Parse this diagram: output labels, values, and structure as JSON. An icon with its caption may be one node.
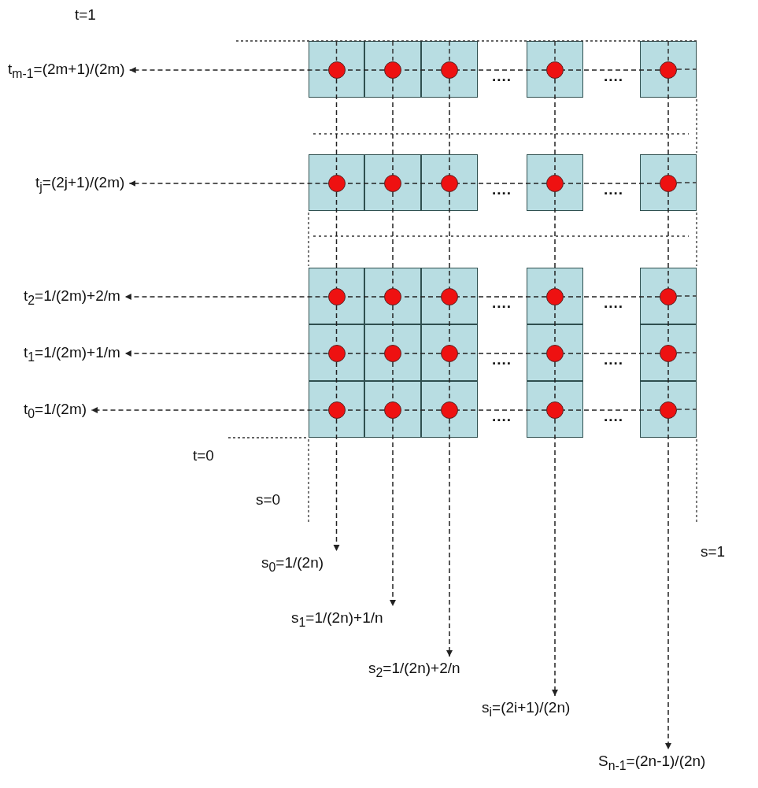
{
  "diagram": {
    "nodes": [
      {
        "text": [
          "t$_{m-1}$=(2m+1)/(2m)"
        ]
      },
      {
        "text": [
          "t$_{j}$=(2j+1)/(2m)"
        ]
      },
      {
        "text": [
          "t$_{2}$=1/(2m)+2/m"
        ]
      },
      {
        "text": [
          "t$_{1}$=1/(2m)+1/m"
        ]
      },
      {
        "text": [
          "t$_{0}$=1/(2m)"
        ]
      },
      {
        "text": [],
        "shape": "box"
      },
      {
        "text": [],
        "shape": "circle",
        "in": 5
      },
      {
        "text": [],
        "shape": "box"
      },
      {
        "text": [],
        "shape": "circle",
        "in": 7
      },
      {
        "text": [],
        "shape": "box"
      },
      {
        "text": [],
        "shape": "circle",
        "in": 9
      },
      {
        "text": [],
        "shape": "box"
      },
      {
        "text": [],
        "shape": "circle",
        "in": 11
      },
      {
        "text": [],
        "shape": "box"
      },
      {
        "text": [],
        "shape": "circle",
        "in": 13
      },
      {
        "text": [],
        "shape": "box"
      },
      {
        "text": [],
        "shape": "circle",
        "in": 15
      },
      {
        "text": [],
        "shape": "box"
      },
      {
        "text": [],
        "shape": "circle",
        "in": 17
      },
      {
        "text": [],
        "shape": "box"
      },
      {
        "text": [],
        "shape": "circle",
        "in": 19
      },
      {
        "text": [],
        "shape": "box"
      },
      {
        "text": [],
        "shape": "circle",
        "in": 21
      },
      {
        "text": [],
        "shape": "box"
      },
      {
        "text": [],
        "shape": "circle",
        "in": 23
      },
      {
        "text": [],
        "shape": "box"
      },
      {
        "text": [],
        "shape": "circle",
        "in": 25
      },
      {
        "text": [],
        "shape": "box"
      },
      {
        "text": [],
        "shape": "circle",
        "in": 27
      },
      {
        "text": [],
        "shape": "box"
      },
      {
        "text": [],
        "shape": "circle",
        "in": 29
      },
      {
        "text": [],
        "shape": "box"
      },
      {
        "text": [],
        "shape": "circle",
        "in": 31
      },
      {
        "text": [],
        "shape": "box"
      },
      {
        "text": [],
        "shape": "circle",
        "in": 33
      },
      {
        "text": [],
        "shape": "box"
      },
      {
        "text": [],
        "shape": "circle",
        "in": 35
      },
      {
        "text": [],
        "shape": "box"
      },
      {
        "text": [],
        "shape": "circle",
        "in": 37
      },
      {
        "text": [],
        "shape": "box"
      },
      {
        "text": [],
        "shape": "circle",
        "in": 39
      },
      {
        "text": [],
        "shape": "box"
      },
      {
        "text": [],
        "shape": "circle",
        "in": 41
      },
      {
        "text": [],
        "shape": "box"
      },
      {
        "text": [],
        "shape": "circle",
        "in": 43
      },
      {
        "text": [],
        "shape": "box"
      },
      {
        "text": [],
        "shape": "circle",
        "in": 45
      },
      {
        "text": [],
        "shape": "box"
      },
      {
        "text": [],
        "shape": "circle",
        "in": 47
      },
      {
        "text": [],
        "shape": "box"
      },
      {
        "text": [],
        "shape": "circle",
        "in": 49
      },
      {
        "text": [],
        "shape": "box"
      },
      {
        "text": [],
        "shape": "circle",
        "in": 51
      },
      {
        "text": [],
        "shape": "box"
      },
      {
        "text": [],
        "shape": "circle",
        "in": 53
      },
      {
        "text": [
          "s$_{0}$=1/(2n)"
        ]
      },
      {
        "text": [
          "s$_{1}$=1/(2n)+1/n"
        ]
      },
      {
        "text": [
          "s$_{2}$=1/(2n)+2/n"
        ]
      },
      {
        "text": [
          "s$_{i}$=(2i+1)/(2n)"
        ]
      },
      {
        "text": [
          "S$_{n-1}$=(2n-1)/(2n)"
        ]
      }
    ],
    "edges": [
      {
        "from": 14,
        "to": 12,
        "arrow": "none",
        "style": "dashed"
      },
      {
        "from": 12,
        "to": 10,
        "arrow": "none",
        "style": "dashed"
      },
      {
        "from": 10,
        "to": 8,
        "arrow": "none",
        "style": "dashed"
      },
      {
        "from": 8,
        "to": 6,
        "arrow": "none",
        "style": "dashed"
      },
      {
        "from": 6,
        "to": 0,
        "arrow": "to",
        "style": "dashed"
      },
      {
        "from": 24,
        "to": 22,
        "arrow": "none",
        "style": "dashed"
      },
      {
        "from": 22,
        "to": 20,
        "arrow": "none",
        "style": "dashed"
      },
      {
        "from": 20,
        "to": 18,
        "arrow": "none",
        "style": "dashed"
      },
      {
        "from": 18,
        "to": 16,
        "arrow": "none",
        "style": "dashed"
      },
      {
        "from": 16,
        "to": 1,
        "arrow": "to",
        "style": "dashed"
      },
      {
        "from": 34,
        "to": 32,
        "arrow": "none",
        "style": "dashed"
      },
      {
        "from": 32,
        "to": 30,
        "arrow": "none",
        "style": "dashed"
      },
      {
        "from": 30,
        "to": 28,
        "arrow": "none",
        "style": "dashed"
      },
      {
        "from": 28,
        "to": 26,
        "arrow": "none",
        "style": "dashed"
      },
      {
        "from": 26,
        "to": 2,
        "arrow": "to",
        "style": "dashed"
      },
      {
        "from": 44,
        "to": 42,
        "arrow": "none",
        "style": "dashed"
      },
      {
        "from": 42,
        "to": 40,
        "arrow": "none",
        "style": "dashed"
      },
      {
        "from": 40,
        "to": 38,
        "arrow": "none",
        "style": "dashed"
      },
      {
        "from": 38,
        "to": 36,
        "arrow": "none",
        "style": "dashed"
      },
      {
        "from": 36,
        "to": 3,
        "arrow": "to",
        "style": "dashed"
      },
      {
        "from": 54,
        "to": 52,
        "arrow": "none",
        "style": "dashed"
      },
      {
        "from": 52,
        "to": 50,
        "arrow": "none",
        "style": "dashed"
      },
      {
        "from": 50,
        "to": 48,
        "arrow": "none",
        "style": "dashed"
      },
      {
        "from": 48,
        "to": 46,
        "arrow": "none",
        "style": "dashed"
      },
      {
        "from": 46,
        "to": 4,
        "arrow": "to",
        "style": "dashed"
      },
      {
        "from": 6,
        "to": 16,
        "arrow": "none",
        "style": "dashed"
      },
      {
        "from": 16,
        "to": 26,
        "arrow": "none",
        "style": "dashed"
      },
      {
        "from": 26,
        "to": 36,
        "arrow": "none",
        "style": "dashed"
      },
      {
        "from": 36,
        "to": 46,
        "arrow": "none",
        "style": "dashed"
      },
      {
        "from": 46,
        "to": 55,
        "arrow": "to",
        "style": "dashed"
      },
      {
        "from": 8,
        "to": 18,
        "arrow": "none",
        "style": "dashed"
      },
      {
        "from": 18,
        "to": 28,
        "arrow": "none",
        "style": "dashed"
      },
      {
        "from": 28,
        "to": 38,
        "arrow": "none",
        "style": "dashed"
      },
      {
        "from": 38,
        "to": 48,
        "arrow": "none",
        "style": "dashed"
      },
      {
        "from": 48,
        "to": 56,
        "arrow": "to",
        "style": "dashed"
      },
      {
        "from": 10,
        "to": 20,
        "arrow": "none",
        "style": "dashed"
      },
      {
        "from": 20,
        "to": 30,
        "arrow": "none",
        "style": "dashed"
      },
      {
        "from": 30,
        "to": 40,
        "arrow": "none",
        "style": "dashed"
      },
      {
        "from": 40,
        "to": 50,
        "arrow": "none",
        "style": "dashed"
      },
      {
        "from": 50,
        "to": 57,
        "arrow": "to",
        "style": "dashed"
      },
      {
        "from": 12,
        "to": 22,
        "arrow": "none",
        "style": "dashed"
      },
      {
        "from": 22,
        "to": 32,
        "arrow": "none",
        "style": "dashed"
      },
      {
        "from": 32,
        "to": 42,
        "arrow": "none",
        "style": "dashed"
      },
      {
        "from": 42,
        "to": 52,
        "arrow": "none",
        "style": "dashed"
      },
      {
        "from": 52,
        "to": 58,
        "arrow": "to",
        "style": "dashed"
      },
      {
        "from": 14,
        "to": 24,
        "arrow": "none",
        "style": "dashed"
      },
      {
        "from": 24,
        "to": 34,
        "arrow": "none",
        "style": "dashed"
      },
      {
        "from": 34,
        "to": 44,
        "arrow": "none",
        "style": "dashed"
      },
      {
        "from": 44,
        "to": 54,
        "arrow": "none",
        "style": "dashed"
      },
      {
        "from": 54,
        "to": 59,
        "arrow": "to",
        "style": "dashed"
      }
    ],
    "labels": [
      "t=1",
      "....",
      "....",
      "....",
      "....",
      "....",
      "....",
      "....",
      "....",
      "....",
      "....",
      "t=0",
      "s=0",
      "s=1"
    ]
  }
}
